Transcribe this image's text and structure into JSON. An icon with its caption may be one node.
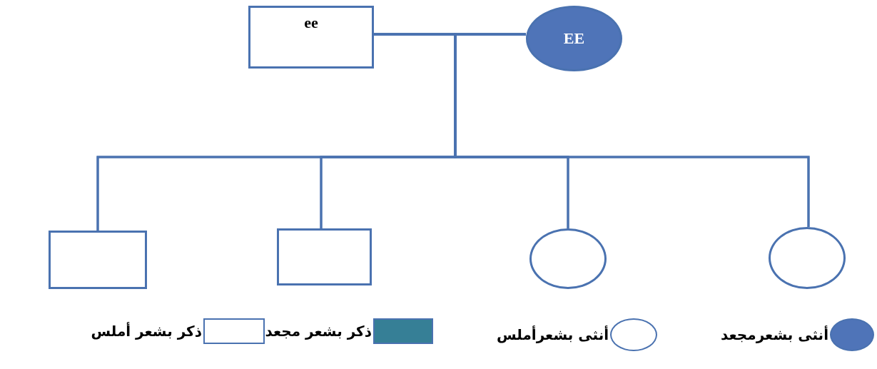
{
  "diagram": {
    "nodes": [
      {
        "text": [
          "ee"
        ]
      },
      {
        "text": [
          "EE"
        ]
      },
      {
        "text": [],
        "shape": "box"
      },
      {
        "text": [],
        "shape": "box"
      },
      {
        "text": [],
        "shape": "circle"
      },
      {
        "text": [],
        "shape": "circle"
      }
    ],
    "edges": [
      {
        "from": 0,
        "to": 1,
        "arrow": "none"
      },
      {
        "from": 0,
        "to": 2,
        "arrow": "none"
      },
      {
        "from": 0,
        "to": 3,
        "arrow": "none"
      },
      {
        "from": 0,
        "to": 4,
        "arrow": "none"
      },
      {
        "from": 0,
        "to": 5,
        "arrow": "none"
      },
      {
        "from": 1,
        "to": 2,
        "arrow": "none"
      },
      {
        "from": 1,
        "to": 3,
        "arrow": "none"
      },
      {
        "from": 1,
        "to": 4,
        "arrow": "none"
      },
      {
        "from": 1,
        "to": 5,
        "arrow": "none"
      }
    ],
    "legend": [
      {
        "text": "أنثى بشعرمجعد",
        "color": "#4f74b8"
      },
      {
        "text": "أنثى بشعرأملس",
        "color": "#ffffff"
      },
      {
        "text": "ذكر بشعر مجعد",
        "color": "#367f96"
      },
      {
        "text": "ذكر بشعر أملس",
        "color": "#ffffff"
      }
    ]
  }
}
